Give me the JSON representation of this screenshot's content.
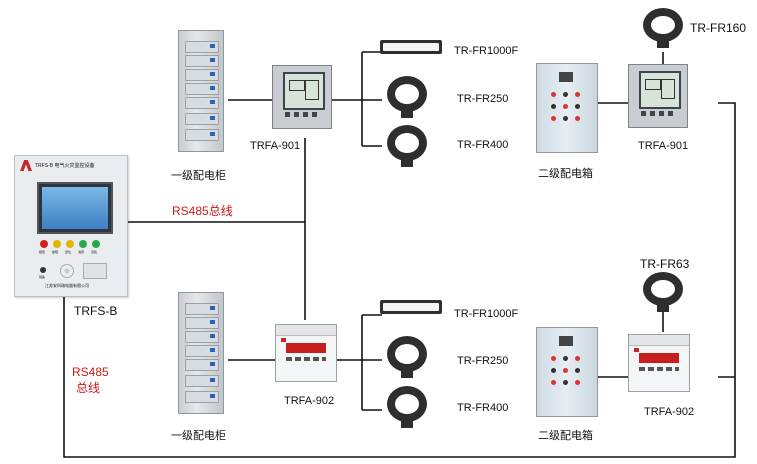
{
  "controller": {
    "model": "TRFS-B",
    "title": "TRFS-B 电气火灾监控设备",
    "indicator_labels": [
      "报警",
      "故障",
      "复位",
      "消音",
      "自检"
    ],
    "indicator_colors": [
      "#d42020",
      "#e2b400",
      "#e2b400",
      "#2aa84a",
      "#2aa84a"
    ],
    "key_label": "钥匙",
    "footer": "江苏安科瑞电器有限公司"
  },
  "bus_top": {
    "label": "RS485总线"
  },
  "bus_left": {
    "line1": "RS485",
    "line2": "总线"
  },
  "colors": {
    "bus_label": "#d01818",
    "wire": "#111111"
  },
  "top_section": {
    "cabinet_label": "一级配电柜",
    "meter_label": "TRFA-901",
    "sensors": [
      "TR-FR1000F",
      "TR-FR250",
      "TR-FR400"
    ],
    "box_label": "二级配电箱",
    "right_meter_label": "TRFA-901",
    "right_sensor": "TR-FR160"
  },
  "bottom_section": {
    "cabinet_label": "一级配电柜",
    "meter_label": "TRFA-902",
    "sensors": [
      "TR-FR1000F",
      "TR-FR250",
      "TR-FR400"
    ],
    "box_label": "二级配电箱",
    "right_meter_label": "TRFA-902",
    "right_sensor": "TR-FR63"
  }
}
